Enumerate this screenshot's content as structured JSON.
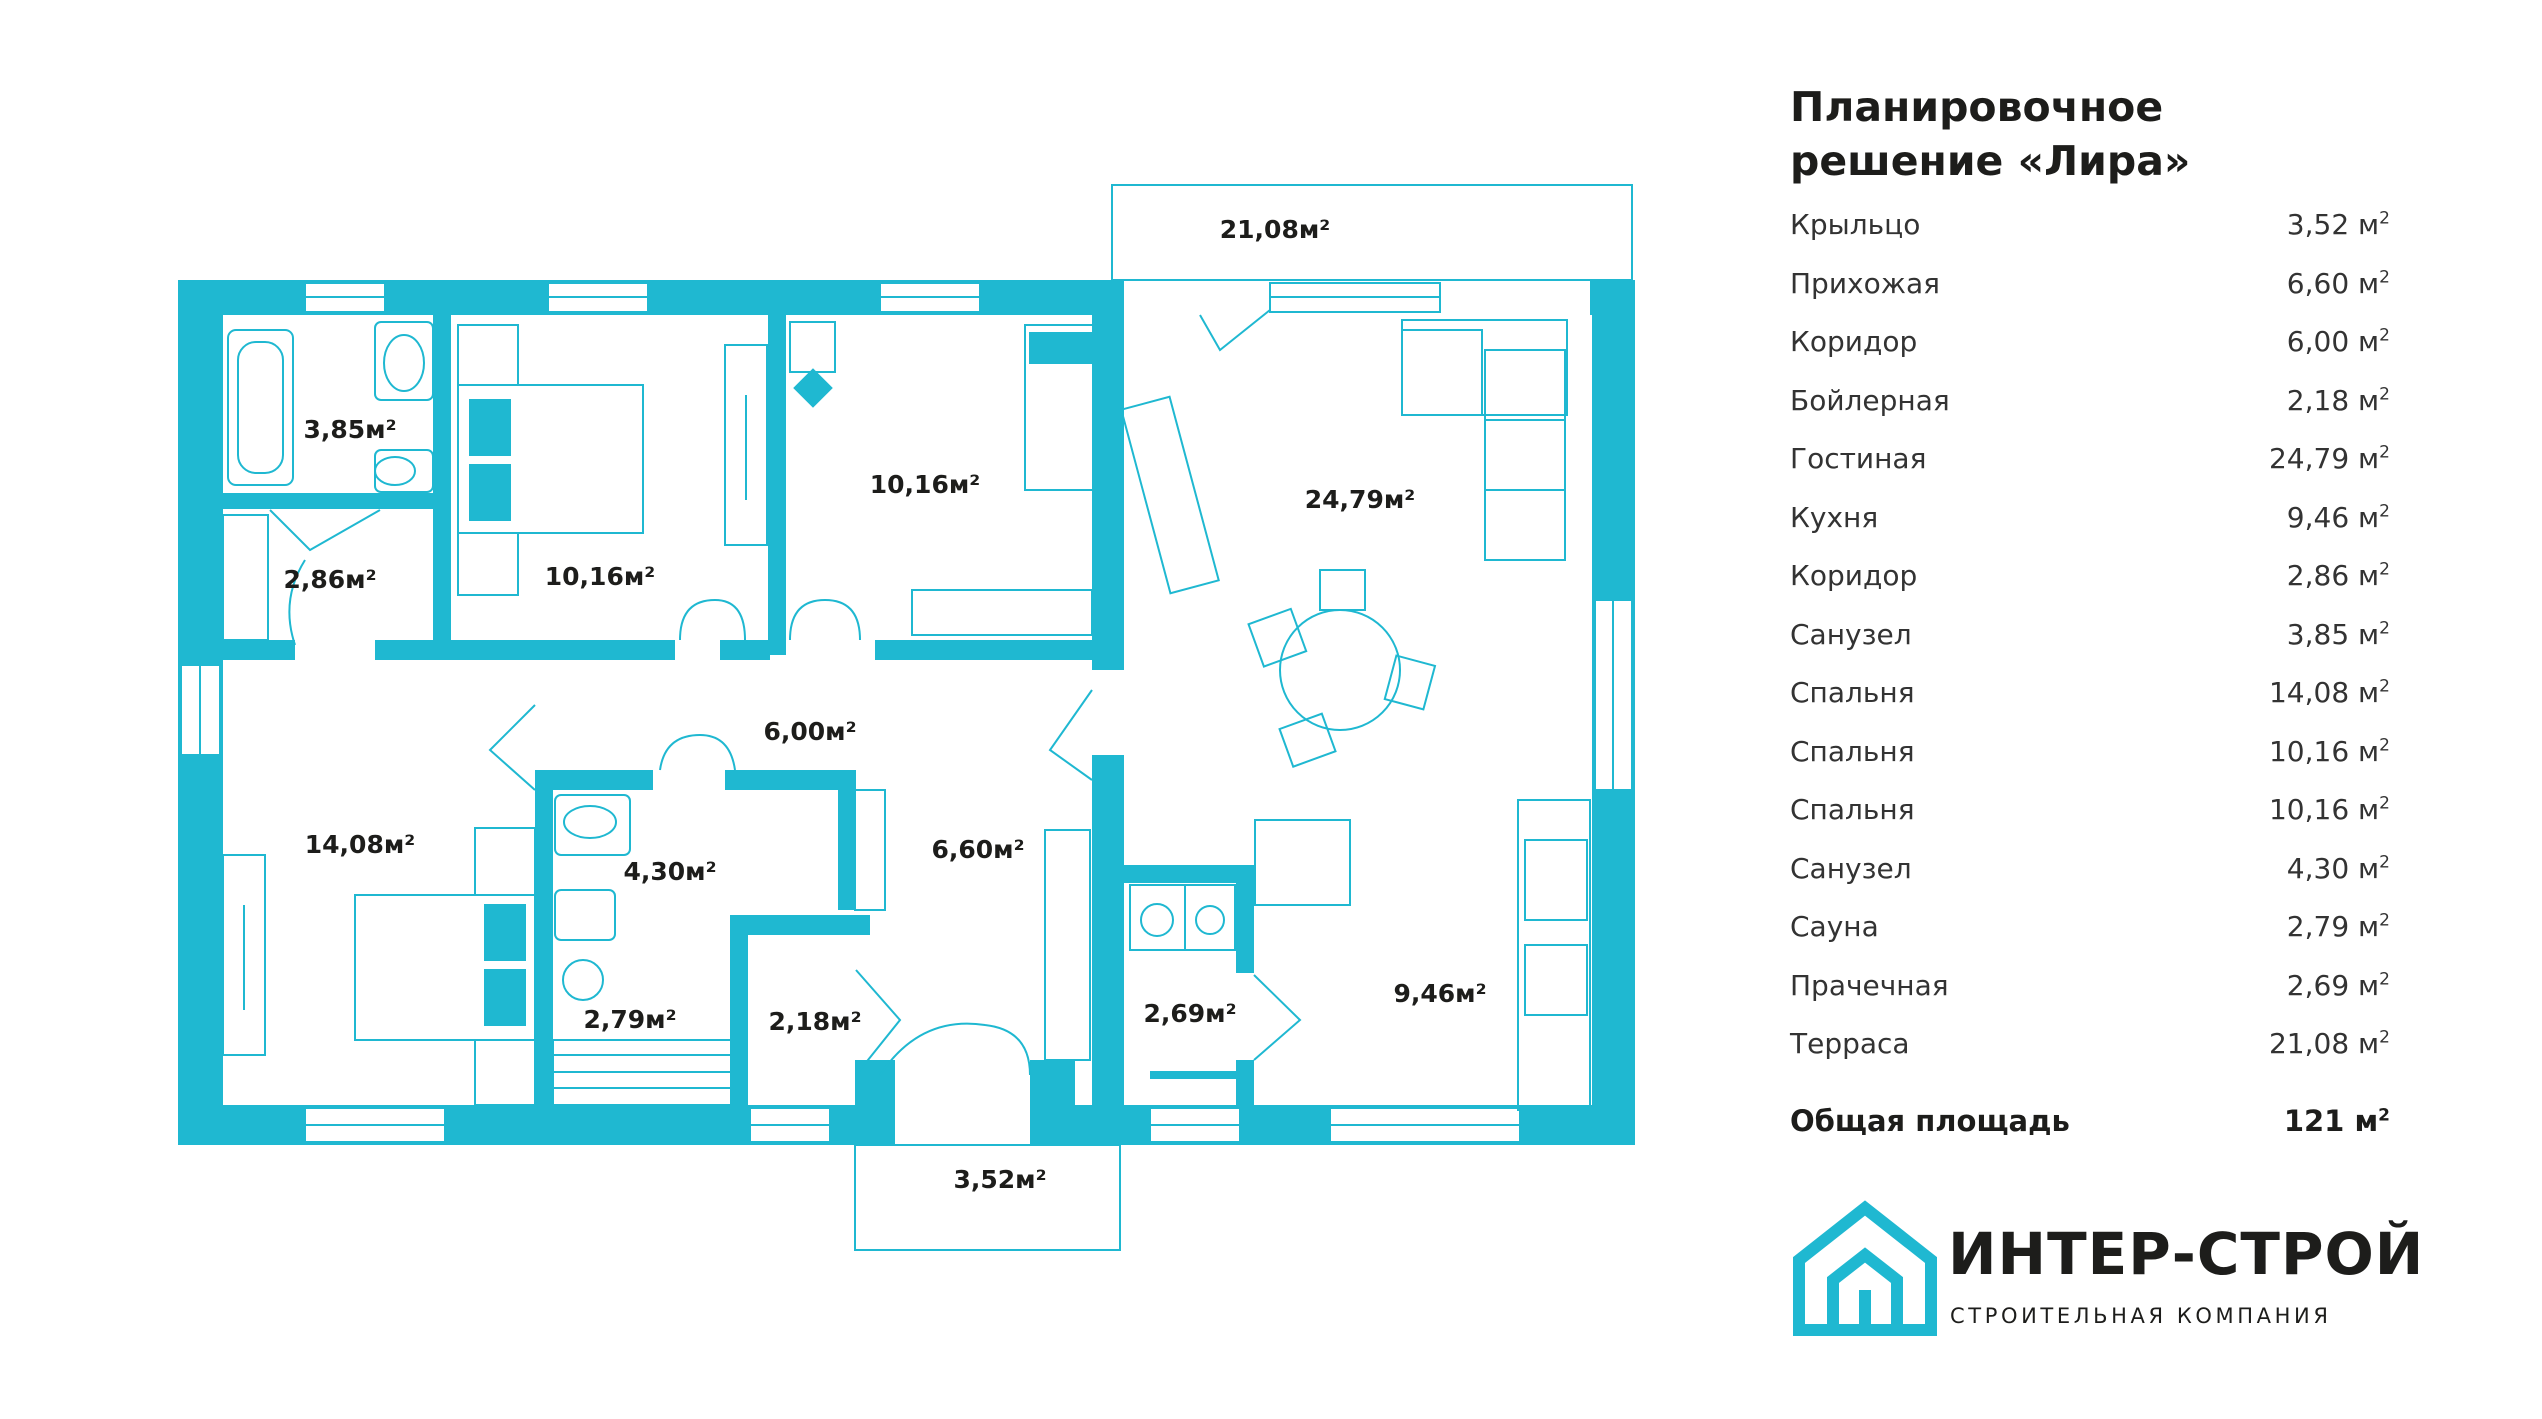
{
  "plan": {
    "accent_color": "#1fb8d1",
    "rooms": [
      {
        "id": "terrace",
        "label": "21,08м²"
      },
      {
        "id": "bath1",
        "label": "3,85м²"
      },
      {
        "id": "bed3",
        "label": "10,16м²"
      },
      {
        "id": "bed2",
        "label": "10,16м²"
      },
      {
        "id": "living",
        "label": "24,79м²"
      },
      {
        "id": "corr2",
        "label": "2,86м²"
      },
      {
        "id": "corr1",
        "label": "6,00м²"
      },
      {
        "id": "bed1",
        "label": "14,08м²"
      },
      {
        "id": "bath2",
        "label": "4,30м²"
      },
      {
        "id": "hall",
        "label": "6,60м²"
      },
      {
        "id": "sauna",
        "label": "2,79м²"
      },
      {
        "id": "boiler",
        "label": "2,18м²"
      },
      {
        "id": "laundry",
        "label": "2,69м²"
      },
      {
        "id": "kitchen",
        "label": "9,46м²"
      },
      {
        "id": "porch",
        "label": "3,52м²"
      }
    ]
  },
  "panel": {
    "title_line1": "Планировочное",
    "title_line2": "решение «Лира»",
    "rooms": [
      {
        "name": "Крыльцо",
        "area": "3,52 м",
        "sup": "2"
      },
      {
        "name": "Прихожая",
        "area": "6,60 м",
        "sup": "2"
      },
      {
        "name": "Коридор",
        "area": "6,00 м",
        "sup": "2"
      },
      {
        "name": "Бойлерная",
        "area": "2,18 м",
        "sup": "2"
      },
      {
        "name": "Гостиная",
        "area": "24,79 м",
        "sup": "2"
      },
      {
        "name": "Кухня",
        "area": "9,46 м",
        "sup": "2"
      },
      {
        "name": "Коридор",
        "area": "2,86 м",
        "sup": "2"
      },
      {
        "name": "Санузел",
        "area": "3,85 м",
        "sup": "2"
      },
      {
        "name": "Спальня",
        "area": "14,08 м",
        "sup": "2"
      },
      {
        "name": "Спальня",
        "area": "10,16 м",
        "sup": "2"
      },
      {
        "name": "Спальня",
        "area": "10,16 м",
        "sup": "2"
      },
      {
        "name": "Санузел",
        "area": "4,30 м",
        "sup": "2"
      },
      {
        "name": "Сауна",
        "area": "2,79 м",
        "sup": "2"
      },
      {
        "name": "Прачечная",
        "area": "2,69 м",
        "sup": "2"
      },
      {
        "name": "Терраса",
        "area": "21,08 м",
        "sup": "2"
      }
    ],
    "total_label": "Общая площадь",
    "total_value": "121 м",
    "total_sup": "2"
  },
  "logo": {
    "brand": "ИНТЕР-СТРОЙ",
    "tagline": "СТРОИТЕЛЬНАЯ КОМПАНИЯ",
    "icon": "house-logo-icon"
  }
}
